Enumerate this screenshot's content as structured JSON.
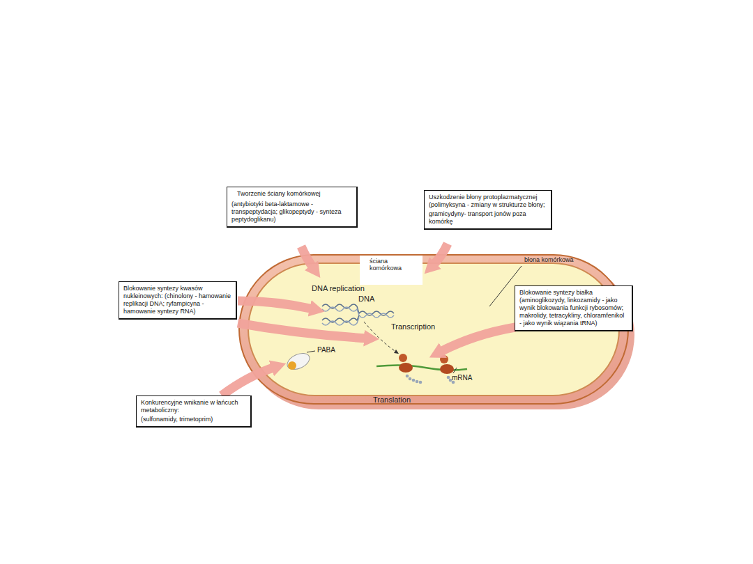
{
  "diagram": {
    "nodes": [
      {
        "text": [
          "Tworzenie ściany komórkowej",
          "(antybiotyki beta-laktamowe - transpeptydacja; glikopeptydy - synteza peptydoglikanu)"
        ]
      },
      {
        "text": [
          "Uszkodzenie błony protoplazmatycznej (polimyksyna - zmiany w strukturze błony;",
          "gramicydyny- transport jonów poza komórkę"
        ]
      },
      {
        "text": [
          "Blokowanie syntezy kwasów nukleinowych: (chinolony - hamowanie replikacji DNA; ryfampicyna - hamowanie syntezy RNA)"
        ]
      },
      {
        "text": [
          "Blokowanie syntezy białka (aminoglikozydy, linkozamidy - jako wynik blokowania funkcji rybosomów; makrolidy, tetracykliny, chloramfenikol - jako wynik wiązania tRNA)"
        ]
      },
      {
        "text": [
          "Konkurencyjne wnikanie w łańcuch metaboliczny:",
          "(sulfonamidy, trimetoprim)"
        ]
      }
    ],
    "labels": [
      "ściana komórkowa",
      "błona komórkowa",
      "DNA replication",
      "DNA",
      "Transcription",
      "PABA",
      "mRNA",
      "Translation"
    ]
  }
}
